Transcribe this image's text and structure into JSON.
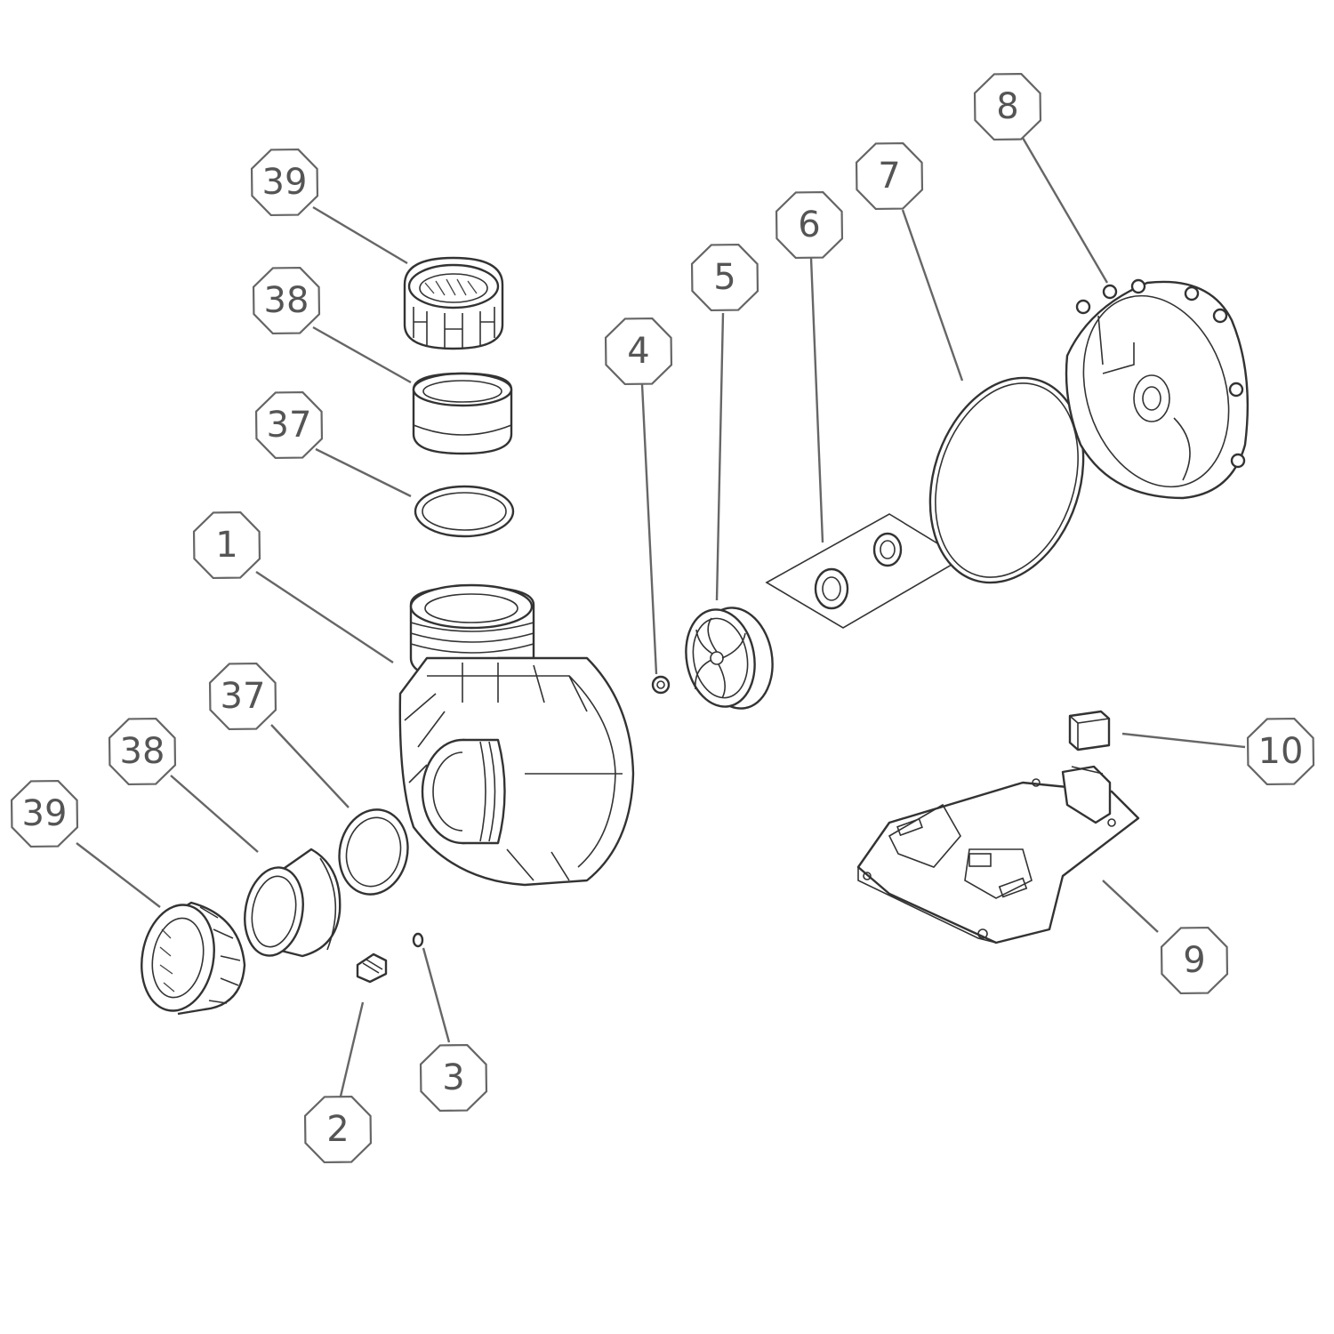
{
  "diagram": {
    "callouts": [
      {
        "id": "c39a",
        "label": "39"
      },
      {
        "id": "c38a",
        "label": "38"
      },
      {
        "id": "c37a",
        "label": "37"
      },
      {
        "id": "c1",
        "label": "1"
      },
      {
        "id": "c37b",
        "label": "37"
      },
      {
        "id": "c38b",
        "label": "38"
      },
      {
        "id": "c39b",
        "label": "39"
      },
      {
        "id": "c2",
        "label": "2"
      },
      {
        "id": "c3",
        "label": "3"
      },
      {
        "id": "c4",
        "label": "4"
      },
      {
        "id": "c5",
        "label": "5"
      },
      {
        "id": "c6",
        "label": "6"
      },
      {
        "id": "c7",
        "label": "7"
      },
      {
        "id": "c8",
        "label": "8"
      },
      {
        "id": "c9",
        "label": "9"
      },
      {
        "id": "c10",
        "label": "10"
      }
    ]
  }
}
